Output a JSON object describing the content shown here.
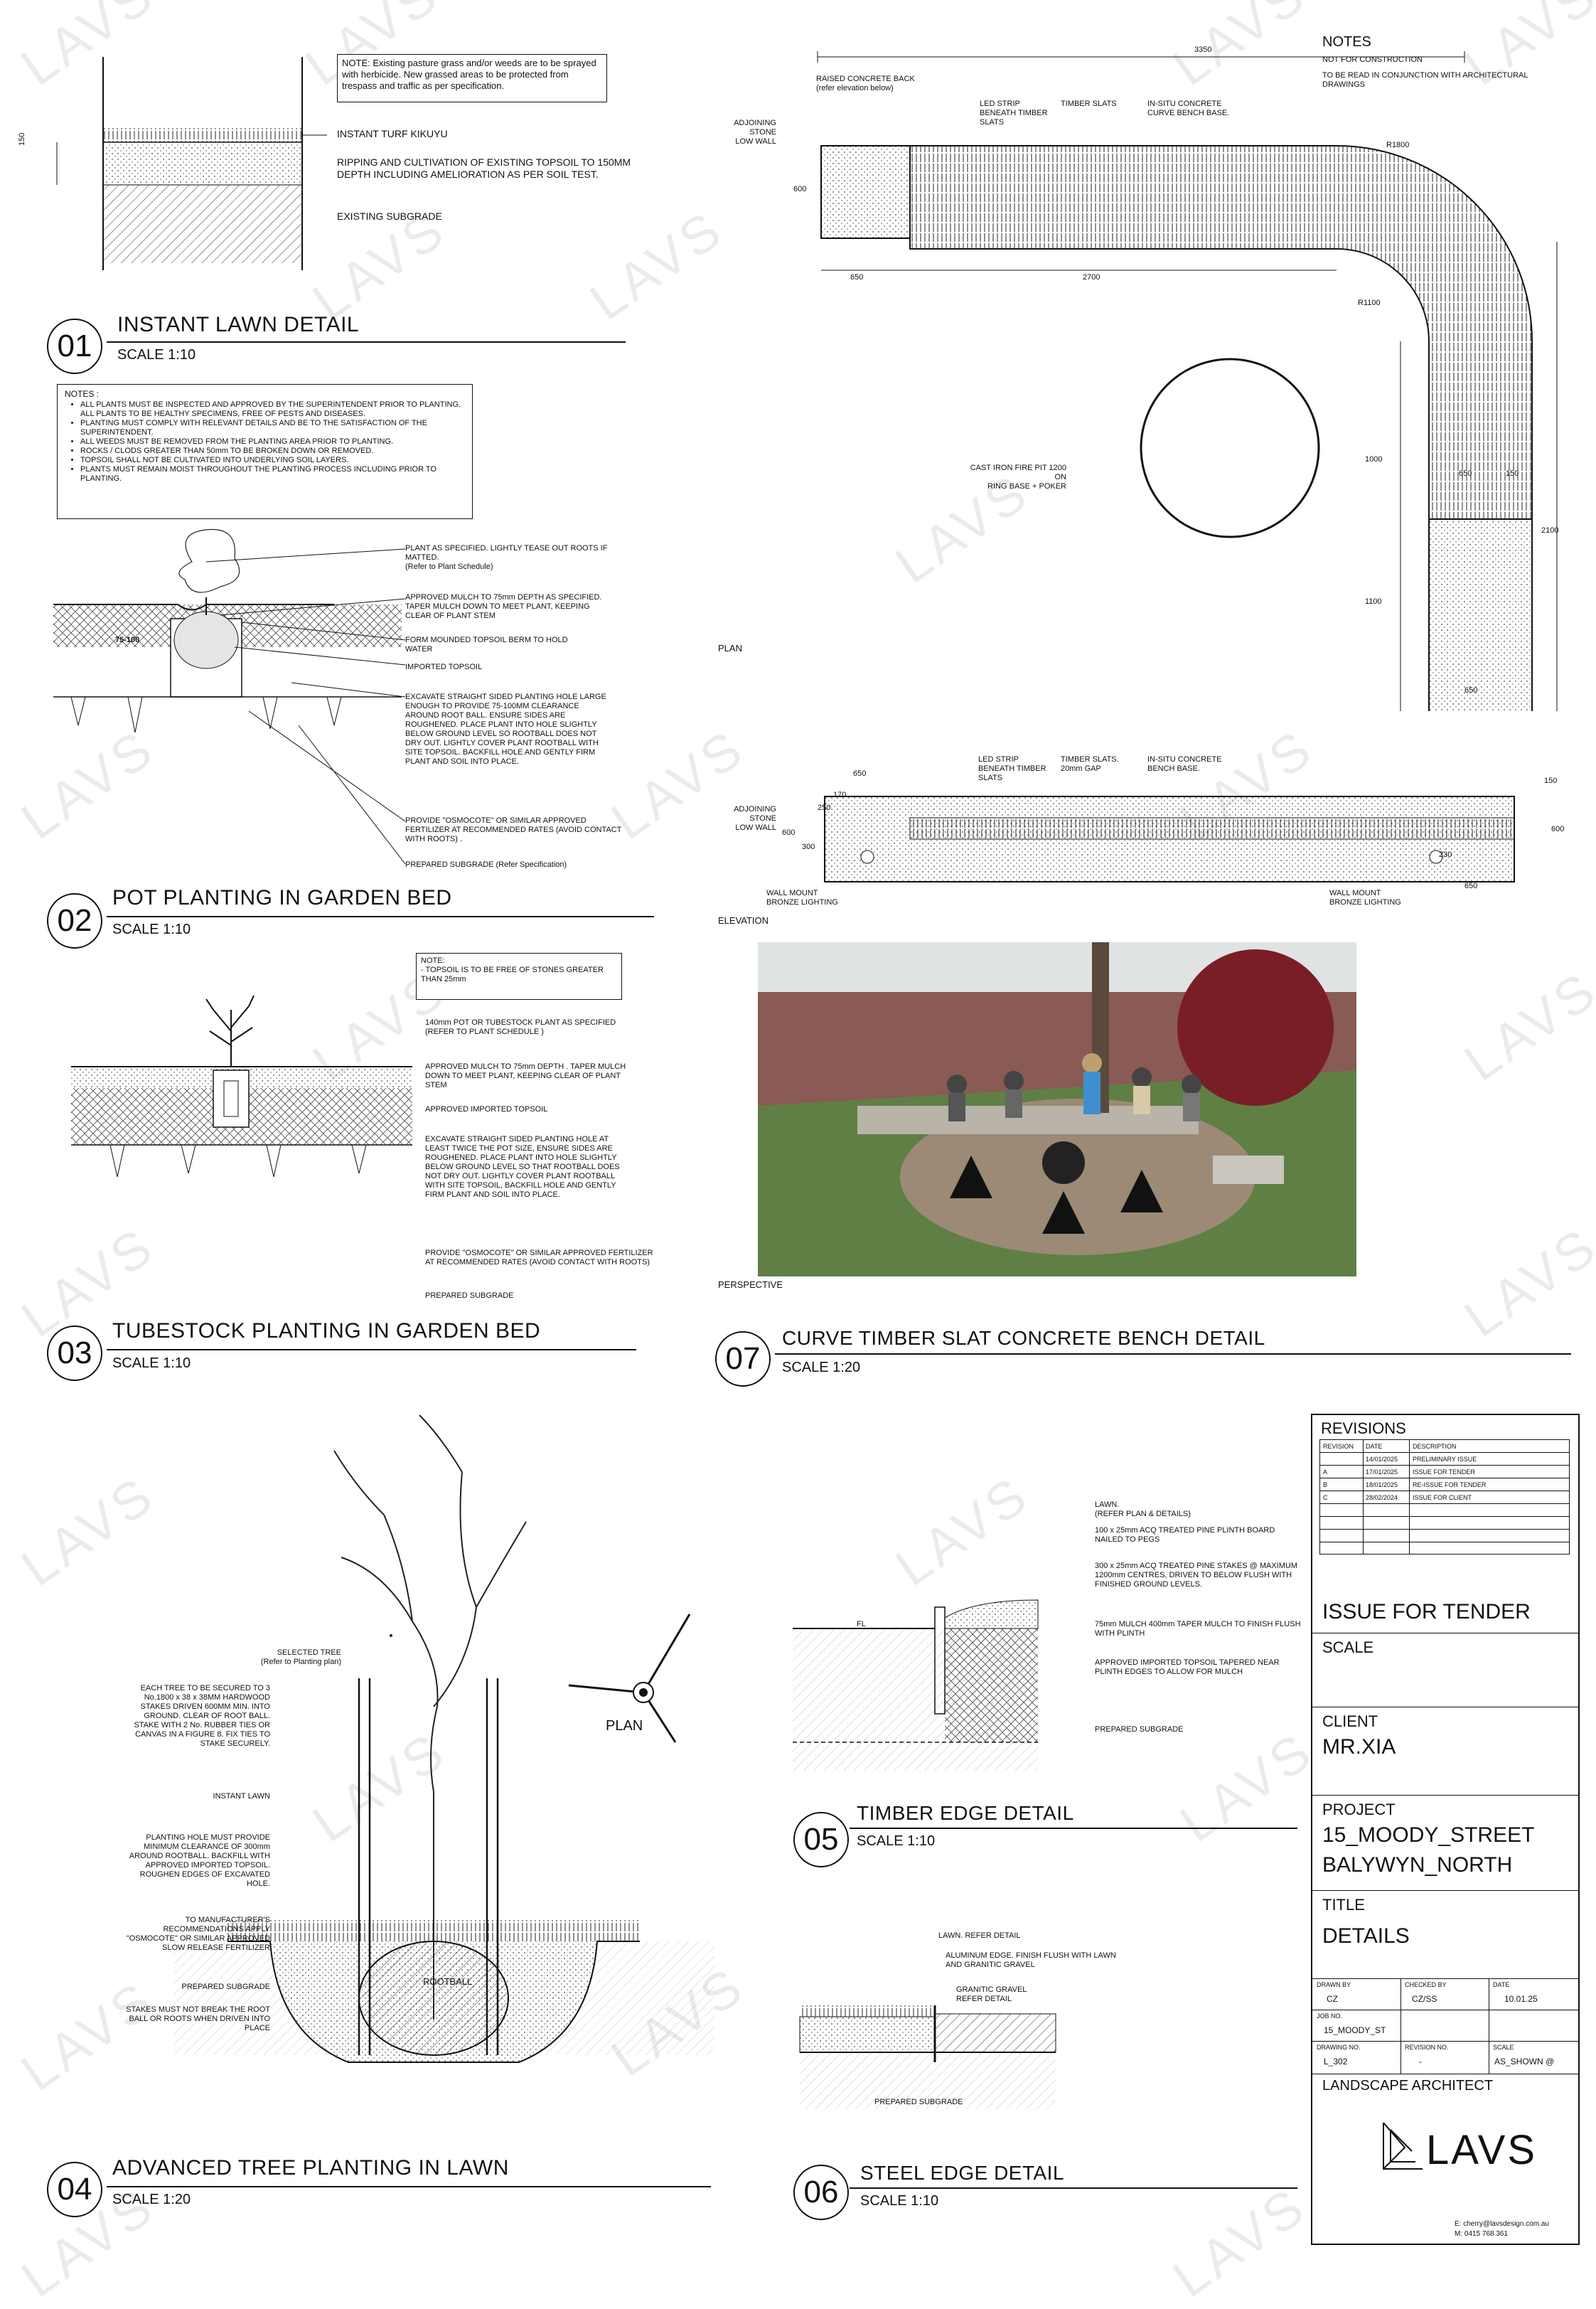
{
  "watermark": "LAVS",
  "detail01": {
    "number": "01",
    "title": "INSTANT LAWN DETAIL",
    "scale": "SCALE 1:10",
    "note": "NOTE: Existing pasture grass and/or weeds are to be sprayed with herbicide. New grassed areas to be protected from trespass and traffic as per specification.",
    "dim": "150",
    "labels": [
      "INSTANT TURF KIKUYU",
      "RIPPING AND CULTIVATION OF EXISTING TOPSOIL TO 150MM DEPTH INCLUDING AMELIORATION AS PER SOIL TEST.",
      "EXISTING SUBGRADE"
    ]
  },
  "planting_notes": {
    "heading": "NOTES :",
    "items": [
      "ALL PLANTS MUST BE INSPECTED AND APPROVED BY THE SUPERINTENDENT PRIOR TO PLANTING. ALL PLANTS TO BE HEALTHY SPECIMENS, FREE OF PESTS AND DISEASES.",
      "PLANTING MUST COMPLY WITH RELEVANT DETAILS AND BE TO THE SATISFACTION OF THE SUPERINTENDENT.",
      "ALL WEEDS MUST BE REMOVED FROM THE PLANTING AREA PRIOR TO PLANTING.",
      "ROCKS / CLODS GREATER THAN 50mm TO BE BROKEN DOWN OR REMOVED.",
      "TOPSOIL SHALL NOT BE CULTIVATED INTO UNDERLYING SOIL LAYERS.",
      "PLANTS MUST REMAIN MOIST THROUGHOUT THE PLANTING PROCESS INCLUDING PRIOR TO PLANTING."
    ]
  },
  "detail02": {
    "number": "02",
    "title": "POT PLANTING IN GARDEN BED",
    "scale": "SCALE 1:10",
    "dim": "75-100",
    "labels": [
      "PLANT AS SPECIFIED. LIGHTLY TEASE OUT ROOTS IF MATTED.\n(Refer to Plant Schedule)",
      "APPROVED MULCH TO 75mm DEPTH AS SPECIFIED. TAPER MULCH DOWN TO MEET PLANT, KEEPING CLEAR OF PLANT STEM",
      "FORM MOUNDED TOPSOIL BERM TO HOLD WATER",
      "IMPORTED TOPSOIL",
      "EXCAVATE STRAIGHT SIDED PLANTING HOLE LARGE ENOUGH TO PROVIDE 75-100MM CLEARANCE AROUND ROOT BALL. ENSURE SIDES ARE ROUGHENED. PLACE PLANT INTO HOLE SLIGHTLY BELOW GROUND LEVEL SO ROOTBALL DOES NOT DRY OUT. LIGHTLY COVER PLANT ROOTBALL WITH SITE TOPSOIL. BACKFILL HOLE AND GENTLY FIRM PLANT AND SOIL INTO PLACE.",
      "PROVIDE \"OSMOCOTE\" OR SIMILAR APPROVED FERTILIZER AT RECOMMENDED RATES (AVOID CONTACT WITH ROOTS) .",
      "PREPARED SUBGRADE (Refer Specification)"
    ]
  },
  "detail03": {
    "number": "03",
    "title": "TUBESTOCK PLANTING IN GARDEN BED",
    "scale": "SCALE 1:10",
    "note": "NOTE:\n-    TOPSOIL IS TO BE FREE OF STONES GREATER THAN 25mm",
    "labels": [
      "140mm POT OR TUBESTOCK PLANT AS SPECIFIED (REFER TO PLANT SCHEDULE )",
      "APPROVED MULCH TO 75mm DEPTH . TAPER MULCH DOWN TO MEET PLANT, KEEPING CLEAR OF PLANT STEM",
      "APPROVED IMPORTED TOPSOIL",
      "EXCAVATE STRAIGHT SIDED PLANTING HOLE AT LEAST TWICE THE POT SIZE, ENSURE SIDES ARE ROUGHENED. PLACE PLANT INTO HOLE SLIGHTLY BELOW GROUND LEVEL SO THAT ROOTBALL DOES NOT DRY OUT. LIGHTLY COVER PLANT ROOTBALL WITH SITE TOPSOIL, BACKFILL HOLE AND GENTLY FIRM PLANT AND SOIL INTO PLACE.",
      "PROVIDE \"OSMOCOTE\" OR SIMILAR APPROVED FERTILIZER AT RECOMMENDED RATES (AVOID CONTACT WITH ROOTS)",
      "PREPARED SUBGRADE"
    ]
  },
  "detail04": {
    "number": "04",
    "title": "ADVANCED TREE PLANTING IN LAWN",
    "scale": "SCALE 1:20",
    "plan_label": "PLAN",
    "rootball_label": "ROOTBALL",
    "labels": [
      "SELECTED TREE\n(Refer to Planting plan)",
      "EACH TREE TO BE SECURED TO 3 No.1800 x 38 x 38MM HARDWOOD STAKES DRIVEN 600MM MIN. INTO GROUND. CLEAR OF ROOT BALL. STAKE WITH 2 No. RUBBER TIES OR CANVAS IN A FIGURE 8. FIX TIES TO STAKE SECURELY.",
      "INSTANT LAWN",
      "PLANTING HOLE MUST PROVIDE MINIMUM CLEARANCE OF 300mm AROUND ROOTBALL. BACKFILL WITH APPROVED IMPORTED TOPSOIL. ROUGHEN EDGES OF EXCAVATED HOLE.",
      "TO MANUFACTURER'S RECOMMENDATIONS APPLY \"OSMOCOTE\" OR SIMILAR APPROVED SLOW RELEASE FERTILIZER",
      "PREPARED SUBGRADE",
      "STAKES MUST NOT BREAK THE ROOT BALL OR ROOTS WHEN DRIVEN INTO PLACE"
    ]
  },
  "detail05": {
    "number": "05",
    "title": "TIMBER EDGE DETAIL",
    "scale": "SCALE 1:10",
    "fl": "FL",
    "labels": [
      "LAWN.\n(REFER PLAN & DETAILS)",
      "100 x 25mm ACQ TREATED PINE PLINTH BOARD NAILED TO PEGS",
      "300 x 25mm ACQ TREATED PINE STAKES @ MAXIMUM 1200mm CENTRES, DRIVEN TO BELOW FLUSH WITH FINISHED GROUND LEVELS.",
      "75mm MULCH 400mm TAPER MULCH TO FINISH FLUSH WITH PLINTH",
      "APPROVED IMPORTED TOPSOIL TAPERED NEAR PLINTH EDGES TO ALLOW FOR MULCH",
      "PREPARED SUBGRADE"
    ]
  },
  "detail06": {
    "number": "06",
    "title": "STEEL EDGE DETAIL",
    "scale": "SCALE 1:10",
    "labels": [
      "LAWN. REFER DETAIL",
      "ALUMINUM EDGE. FINISH FLUSH WITH LAWN AND GRANITIC GRAVEL",
      "GRANITIC GRAVEL\nREFER DETAIL",
      "PREPARED SUBGRADE"
    ]
  },
  "detail07": {
    "number": "07",
    "title": "CURVE TIMBER SLAT CONCRETE BENCH DETAIL",
    "scale": "SCALE 1:20",
    "plan_label": "PLAN",
    "elevation_label": "ELEVATION",
    "perspective_label": "PERSPECTIVE",
    "plan_labels": {
      "raised_back": "RAISED CONCRETE BACK\n(refer elevation below)",
      "adjoining_wall": "ADJOINING STONE\nLOW WALL",
      "led": "LED STRIP\nBENEATH TIMBER\nSLATS",
      "timber": "TIMBER SLATS",
      "insitu": "IN-SITU CONCRETE\nCURVE BENCH BASE.",
      "fire_pit": "CAST IRON FIRE PIT 1200 ON\nRING BASE + POKER"
    },
    "plan_dims": {
      "top": "3350",
      "left_w": "650",
      "mid": "2700",
      "depth": "600",
      "r_outer": "R1800",
      "r_inner": "R1100",
      "leg1": "1000",
      "leg2": "1100",
      "right_total": "2100",
      "leg_w": "650",
      "back": "150",
      "bottom_w": "650"
    },
    "elev_labels": {
      "adjoining_wall": "ADJOINING STONE\nLOW WALL",
      "led": "LED STRIP\nBENEATH TIMBER\nSLATS",
      "timber": "TIMBER SLATS.\n20mm GAP",
      "insitu": "IN-SITU CONCRETE\nBENCH BASE.",
      "wall_light_l": "WALL MOUNT\nBRONZE LIGHTING",
      "wall_light_r": "WALL MOUNT\nBRONZE LIGHTING"
    },
    "elev_dims": {
      "top_w": "650",
      "h1": "250",
      "h2": "170",
      "h3": "600",
      "h4": "300",
      "right_top": "150",
      "right_h": "600",
      "right_230": "230",
      "bottom_w": "650"
    }
  },
  "notes_block": {
    "heading": "NOTES",
    "lines": [
      "NOT FOR CONSTRUCTION",
      "TO BE READ IN CONJUNCTION WITH ARCHITECTURAL DRAWINGS"
    ]
  },
  "title_block": {
    "revisions_heading": "REVISIONS",
    "rev_columns": [
      "REVISION",
      "DATE",
      "DESCRIPTION"
    ],
    "revisions": [
      {
        "rev": "",
        "date": "14/01/2025",
        "desc": "PRELIMINARY ISSUE"
      },
      {
        "rev": "A",
        "date": "17/01/2025",
        "desc": "ISSUE FOR TENDER"
      },
      {
        "rev": "B",
        "date": "18/01/2025",
        "desc": "RE-ISSUE FOR TENDER"
      },
      {
        "rev": "C",
        "date": "28/02/2024",
        "desc": "ISSUE FOR CLIENT"
      }
    ],
    "status": "ISSUE FOR TENDER",
    "scale_label": "SCALE",
    "client_label": "CLIENT",
    "client": "MR.XIA",
    "project_label": "PROJECT",
    "project_line1": "15_MOODY_STREET",
    "project_line2": "BALYWYN_NORTH",
    "title_label": "TITLE",
    "title": "DETAILS",
    "drawn_by_label": "DRAWN BY",
    "drawn_by": "CZ",
    "checked_by_label": "CHECKED BY",
    "checked_by": "CZ/SS",
    "date_label": "DATE",
    "date": "10.01.25",
    "job_no_label": "JOB NO.",
    "job_no": "15_MOODY_ST",
    "drawing_no_label": "DRAWING NO.",
    "drawing_no": "L_302",
    "revision_no_label": "REVISION NO.",
    "revision_no": "-",
    "scale_cell_label": "SCALE",
    "scale_value": "AS_SHOWN @",
    "architect_label": "LANDSCAPE ARCHITECT",
    "logo": "LAVS",
    "email": "E: cherry@lavsdesign.com.au",
    "mobile": "M: 0415 768 361"
  }
}
